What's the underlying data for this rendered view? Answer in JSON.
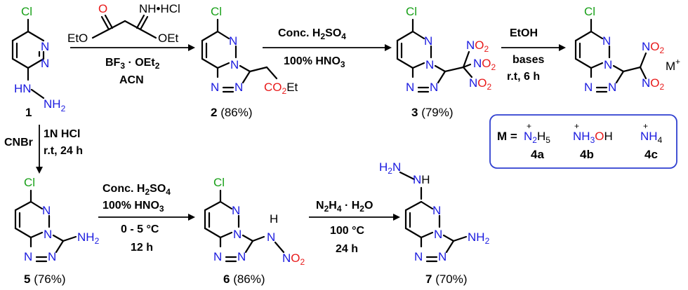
{
  "reagents": {
    "r1_top": "NH•HCl",
    "r1_left": "EtO",
    "r1_right": "OEt",
    "r1_line1": "BF",
    "r1_line1_sub": "3",
    "r1_line1_rest": " · OEt",
    "r1_line1_sub2": "2",
    "r1_line2": "ACN",
    "r2_line1": "Conc. H",
    "r2_line1_sub": "2",
    "r2_line1_rest": "SO",
    "r2_line1_sub2": "4",
    "r2_line2": "100% HNO",
    "r2_line2_sub": "3",
    "r3_line1": "EtOH",
    "r3_line2": "bases",
    "r3_line3": "r.t, 6 h",
    "r4_line1": "1N HCl",
    "r4_line2": "r.t, 24 h",
    "r4_side": "CNBr",
    "r5_line1": "Conc. H",
    "r5_line1_sub": "2",
    "r5_line1_rest": "SO",
    "r5_line1_sub2": "4",
    "r5_line2": "100% HNO",
    "r5_line2_sub": "3",
    "r5_line3": "0 - 5 °C",
    "r5_line4": "12 h",
    "r6_line1": "N",
    "r6_line1_sub": "2",
    "r6_line1_rest": "H",
    "r6_line1_sub2": "4",
    "r6_line1_rest2": " · H",
    "r6_line1_sub3": "2",
    "r6_line1_rest3": "O",
    "r6_line2": "100 °C",
    "r6_line3": "24 h"
  },
  "compounds": {
    "c1": {
      "num": "1",
      "yield": ""
    },
    "c2": {
      "num": "2",
      "yield": " (86%)"
    },
    "c3": {
      "num": "3",
      "yield": " (79%)"
    },
    "c5": {
      "num": "5",
      "yield": " (76%)"
    },
    "c6": {
      "num": "6",
      "yield": " (86%)"
    },
    "c7": {
      "num": "7",
      "yield": " (70%)"
    }
  },
  "atoms": {
    "cl": "Cl",
    "n": "N",
    "hn": "HN",
    "h": "H",
    "nh2": "NH",
    "nh2_sub": "2",
    "no2": "NO",
    "no2_sub": "2",
    "co2et": "CO",
    "co2et_sub": "2",
    "co2et_rest": "Et",
    "o": "O",
    "m_plus": "M",
    "h2n": "H",
    "h2n_sub": "2",
    "h2n_rest": "N"
  },
  "legend": {
    "m_eq": "M =",
    "a_formula": "N",
    "a_sub1": "2",
    "a_rest": "H",
    "a_sub2": "5",
    "b_formula": "NH",
    "b_sub": "3",
    "b_rest": "OH",
    "c_formula": "NH",
    "c_sub": "4",
    "a_label": "4a",
    "b_label": "4b",
    "c_label": "4c"
  },
  "colors": {
    "nitrogen": "#1a1adf",
    "oxygen": "#e81a1a",
    "chlorine": "#18a018",
    "legend_border": "#2f3fd0"
  }
}
